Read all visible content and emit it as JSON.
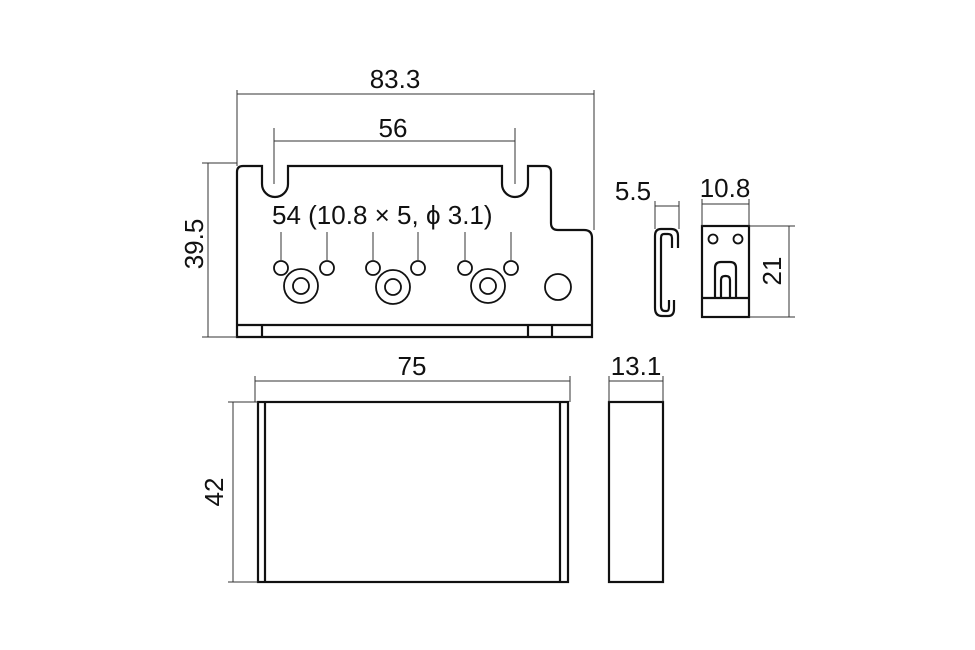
{
  "dimensions": {
    "bridge_width": "83.3",
    "slot_spacing": "56",
    "bridge_height": "39.5",
    "saddle_spec": "54 (10.8 × 5, ϕ 3.1)",
    "hook_width": "5.5",
    "saddle_width": "10.8",
    "saddle_height": "21",
    "cover_width": "75",
    "cover_height": "42",
    "cover_depth": "13.1"
  }
}
